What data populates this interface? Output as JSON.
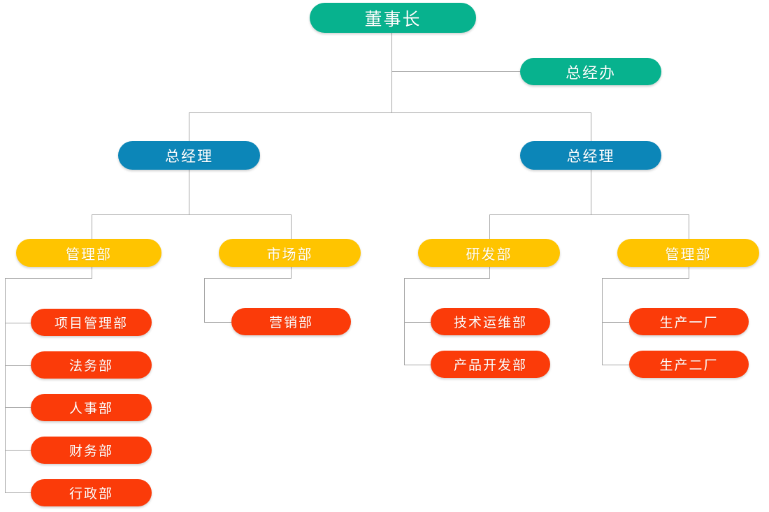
{
  "chart_meta": {
    "type": "organization-chart",
    "title": "",
    "background": "#ffffff",
    "line_color": "#a6a6a6",
    "palette": {
      "chairman": "#07b28e",
      "general_manager_office": "#07b28e",
      "general_manager": "#0c86b8",
      "department": "#ffc400",
      "sub_department": "#fb3b09"
    }
  },
  "nodes": {
    "chairman": {
      "label": "董事长",
      "level": "chairman"
    },
    "gm_office": {
      "label": "总经办",
      "level": "general_manager_office"
    },
    "gm_left": {
      "label": "总经理",
      "level": "general_manager"
    },
    "gm_right": {
      "label": "总经理",
      "level": "general_manager"
    },
    "dept_admin_left": {
      "label": "管理部",
      "level": "department"
    },
    "dept_market": {
      "label": "市场部",
      "level": "department"
    },
    "dept_rd": {
      "label": "研发部",
      "level": "department"
    },
    "dept_admin_right": {
      "label": "管理部",
      "level": "department"
    },
    "sub_project": {
      "label": "项目管理部",
      "level": "sub_department"
    },
    "sub_legal": {
      "label": "法务部",
      "level": "sub_department"
    },
    "sub_hr": {
      "label": "人事部",
      "level": "sub_department"
    },
    "sub_finance": {
      "label": "财务部",
      "level": "sub_department"
    },
    "sub_admin": {
      "label": "行政部",
      "level": "sub_department"
    },
    "sub_sales": {
      "label": "营销部",
      "level": "sub_department"
    },
    "sub_techops": {
      "label": "技术运维部",
      "level": "sub_department"
    },
    "sub_product": {
      "label": "产品开发部",
      "level": "sub_department"
    },
    "sub_factory1": {
      "label": "生产一厂",
      "level": "sub_department"
    },
    "sub_factory2": {
      "label": "生产二厂",
      "level": "sub_department"
    }
  },
  "hierarchy": {
    "root": "董事长",
    "edges": [
      {
        "from": "董事长",
        "to": "总经办"
      },
      {
        "from": "董事长",
        "to": "总经理 (左)"
      },
      {
        "from": "董事长",
        "to": "总经理 (右)"
      },
      {
        "from": "总经理 (左)",
        "to": "管理部"
      },
      {
        "from": "总经理 (左)",
        "to": "市场部"
      },
      {
        "from": "总经理 (右)",
        "to": "研发部"
      },
      {
        "from": "总经理 (右)",
        "to": "管理部"
      },
      {
        "from": "管理部 (左)",
        "to": "项目管理部"
      },
      {
        "from": "管理部 (左)",
        "to": "法务部"
      },
      {
        "from": "管理部 (左)",
        "to": "人事部"
      },
      {
        "from": "管理部 (左)",
        "to": "财务部"
      },
      {
        "from": "管理部 (左)",
        "to": "行政部"
      },
      {
        "from": "市场部",
        "to": "营销部"
      },
      {
        "from": "研发部",
        "to": "技术运维部"
      },
      {
        "from": "研发部",
        "to": "产品开发部"
      },
      {
        "from": "管理部 (右)",
        "to": "生产一厂"
      },
      {
        "from": "管理部 (右)",
        "to": "生产二厂"
      }
    ]
  }
}
